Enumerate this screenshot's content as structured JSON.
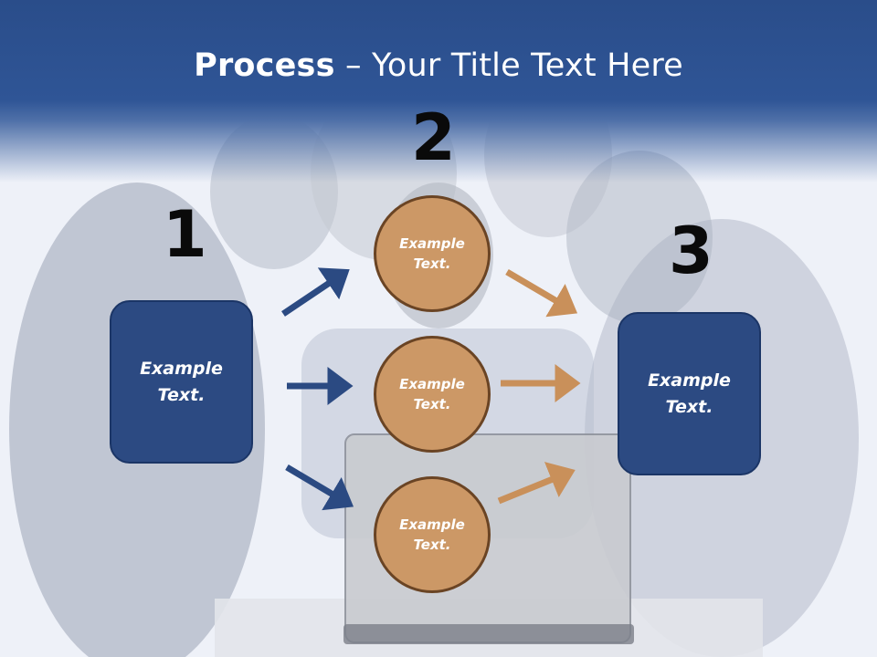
{
  "title": {
    "bold": "Process",
    "rest": " – Your Title Text Here"
  },
  "steps": [
    {
      "number": "1",
      "text": "Example Text."
    },
    {
      "number": "2",
      "circles": [
        "Example Text.",
        "Example Text.",
        "Example Text."
      ]
    },
    {
      "number": "3",
      "text": "Example Text."
    }
  ],
  "colors": {
    "header_blue": "#2f5596",
    "box_blue": "#2c4a82",
    "circle_fill": "#cc9866",
    "circle_stroke": "#6a4424",
    "arrow_blue": "#2b4a82",
    "arrow_orange": "#c9905a"
  }
}
